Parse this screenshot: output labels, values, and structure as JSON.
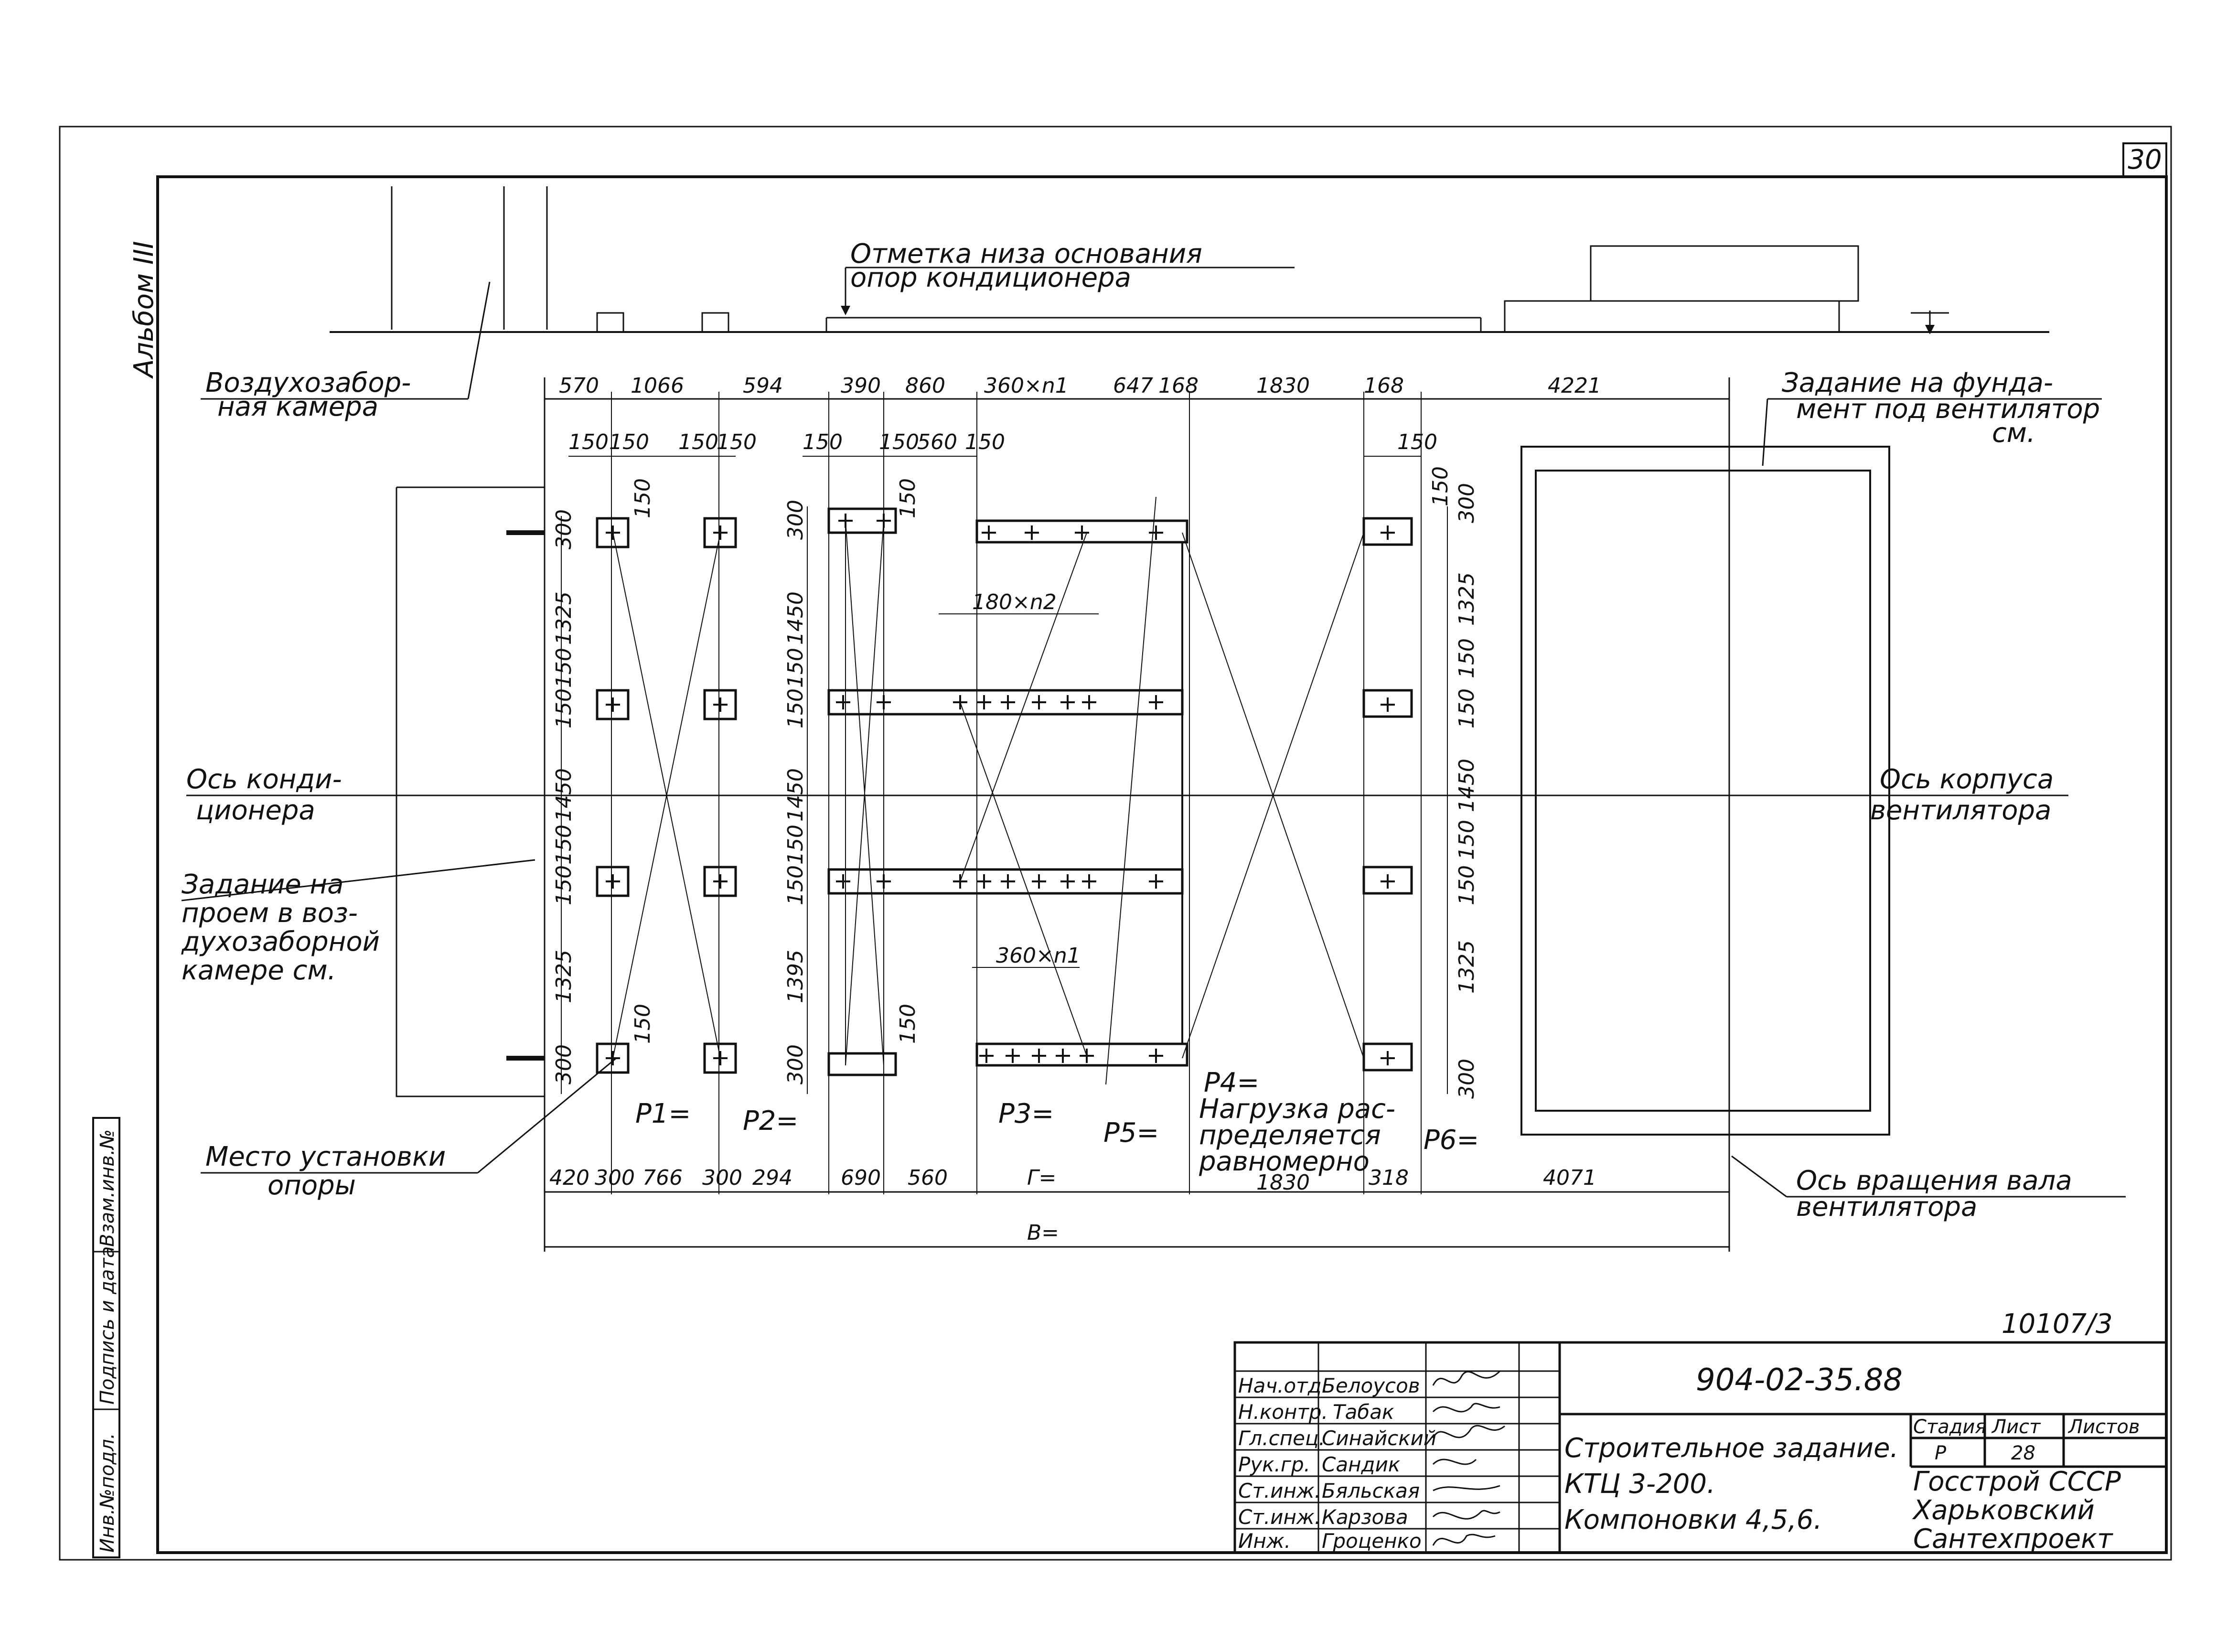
{
  "sheet": {
    "page_number": "30",
    "album": "Альбом III",
    "drawing_code": "904-02-35.88",
    "sheet_id": "10107/3"
  },
  "labels": {
    "base_mark_line1": "Отметка низа основания",
    "base_mark_line2": "опор кондиционера",
    "air_intake_line1": "Воздухозабор-",
    "air_intake_line2": "ная камера",
    "fan_foundation_line1": "Задание на фунда-",
    "fan_foundation_line2": "мент под вентилятор",
    "fan_foundation_line3": "см.",
    "axis_conditioner_line1": "Ось конди-",
    "axis_conditioner_line2": "ционера",
    "axis_fan_body_line1": "Ось корпуса",
    "axis_fan_body_line2": "вентилятора",
    "opening_line1": "Задание на",
    "opening_line2": "проем в воз-",
    "opening_line3": "духозаборной",
    "opening_line4": "камере см.",
    "support_place_line1": "Место установки",
    "support_place_line2": "опоры",
    "shaft_axis_line1": "Ось вращения вала",
    "shaft_axis_line2": "вентилятора",
    "load_line1": "Р4=",
    "load_line2": "Нагрузка рас-",
    "load_line3": "пределяется",
    "load_line4": "равномерно",
    "p1": "Р1=",
    "p2": "Р2=",
    "p3": "Р3=",
    "p5": "Р5=",
    "p6": "Р6=",
    "gamma": "Г=",
    "b_total": "В="
  },
  "dimensions": {
    "top": [
      "570",
      "1066",
      "594",
      "390",
      "860",
      "360×n1",
      "647",
      "168",
      "1830",
      "168",
      "4221"
    ],
    "top_small": [
      "150",
      "150",
      "150",
      "150",
      "150",
      "150",
      "560",
      "150",
      "150"
    ],
    "bottom": [
      "420",
      "300",
      "766",
      "300",
      "294",
      "690",
      "560",
      "1830",
      "318",
      "4071"
    ],
    "left_vertical": [
      "300",
      "1325",
      "150",
      "150",
      "1450",
      "150",
      "150",
      "1325",
      "300"
    ],
    "mid_vertical": [
      "300",
      "1450",
      "150",
      "150",
      "1450",
      "150",
      "150",
      "1395",
      "300"
    ],
    "right_vertical": [
      "300",
      "1325",
      "150",
      "150",
      "1450",
      "150",
      "150",
      "1325",
      "300"
    ],
    "misc": [
      "150",
      "150",
      "150",
      "150",
      "150"
    ],
    "pitch_180": "180×n2",
    "pitch_360": "360×n1"
  },
  "title_block": {
    "roles": [
      "Нач.отд.",
      "Н.контр.",
      "Гл.спец.",
      "Рук.гр.",
      "Ст.инж.",
      "Ст.инж.",
      "Инж."
    ],
    "names": [
      "Белоусов",
      "Табак",
      "Синайский",
      "Сандик",
      "Бяльская",
      "Карзова",
      "Гроценко"
    ],
    "title_line1": "Строительное задание.",
    "title_line2": "КТЦ 3-200.",
    "title_line3": "Компоновки 4,5,6.",
    "stage_header": "Стадия",
    "sheet_header": "Лист",
    "sheets_header": "Листов",
    "stage_value": "Р",
    "sheet_value": "28",
    "org_line1": "Госстрой СССР",
    "org_line2": "Харьковский",
    "org_line3": "Сантехпроект"
  },
  "side_stamp": [
    "Инв.№подл.",
    "Подпись и дата",
    "Взам.инв.№"
  ]
}
